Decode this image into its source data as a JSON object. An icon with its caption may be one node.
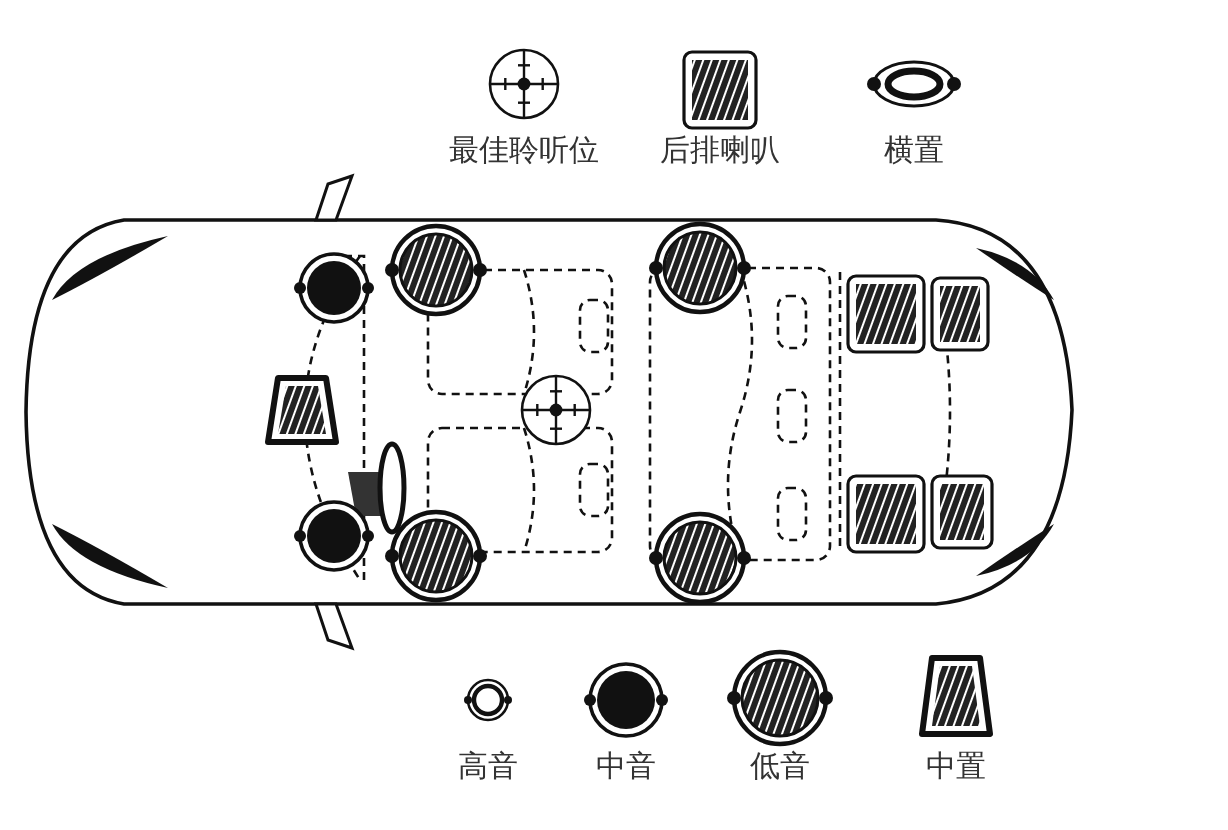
{
  "diagram": {
    "legend": [
      {
        "text": "最佳聆听位"
      },
      {
        "text": "后排喇叭"
      },
      {
        "text": "横置"
      },
      {
        "text": "高音"
      },
      {
        "text": "中音"
      },
      {
        "text": "低音"
      },
      {
        "text": "中置"
      }
    ]
  }
}
